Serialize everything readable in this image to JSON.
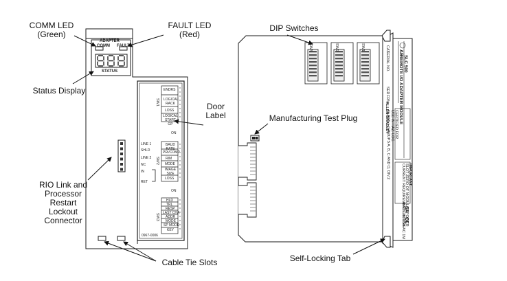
{
  "callouts": {
    "comm_led": "COMM LED",
    "comm_led_color": "(Green)",
    "fault_led": "FAULT LED",
    "fault_led_color": "(Red)",
    "status_display": "Status Display",
    "door_label_1": "Door",
    "door_label_2": "Label",
    "rio_1": "RIO Link and",
    "rio_2": "Processor",
    "rio_3": "Restart",
    "rio_4": "Lockout",
    "rio_5": "Connector",
    "cable_tie_slots": "Cable Tie Slots",
    "dip_switches": "DIP Switches",
    "manufacturing_test_plug": "Manufacturing Test Plug",
    "self_locking_tab": "Self-Locking Tab"
  },
  "front_panel": {
    "adapter": "ADAPTER",
    "comm": "COMM",
    "fault": "FAULT",
    "status": "STATUS",
    "digits": "888",
    "terminals": [
      "LINE 1",
      "SHLD",
      "LINE 2",
      "NC",
      "IN",
      "RET"
    ],
    "sw1_name": "SW1",
    "sw1_rows": [
      "ENDRS",
      "LOGICAL RACK",
      "LOSS",
      "LOGICAL START GP"
    ],
    "sw2_name": "SW2",
    "sw2_rows": [
      "BAUD RATE",
      "PRI/COMP",
      "RIM",
      "MODE",
      "IMAGE SIZE",
      "LOSS"
    ],
    "sw3_name": "SW3",
    "sw3_rows": [
      "HLD",
      "TRL",
      "RESP",
      "LAST CHA",
      "ADDR",
      "MODE",
      "SP MODE",
      "KEY"
    ],
    "on_mark": "ON",
    "part_number": "0967-0006"
  },
  "side_view": {
    "dip_labels": [
      "SW3",
      "SW2",
      "SW1"
    ],
    "cat": "CAT",
    "serial_no": "SERIAL NO.",
    "ser": "SER",
    "frn": "FRN",
    "product_1": "SLC 500",
    "product_2": "REMOTE I/O ADAPTER MODULE",
    "certs_1": "CERTIFIED FOR",
    "certs_2": "USE IN HAZ. LOC.",
    "class_line": "CLASS I, GROUPS A, B, C AND D, DIV.2",
    "brand": "ALLEN-BRADLEY",
    "important_1": "IMPORTANT:",
    "important_2": "SLOT ZERO OF MODULAR POWER",
    "important_3": "CURRENT REQUIREMENT: 280 mA",
    "sa_mark": "SA",
    "ce_mark": "CE",
    "fac_code": "FAC 1M",
    "made_in": "MADE IN USA",
    "logo": "AB"
  },
  "colors": {
    "line": "#1a1a1a",
    "panel_fill": "#ffffff",
    "label_fill": "#f4f4f4",
    "dip_fill": "#e8e8e8"
  }
}
